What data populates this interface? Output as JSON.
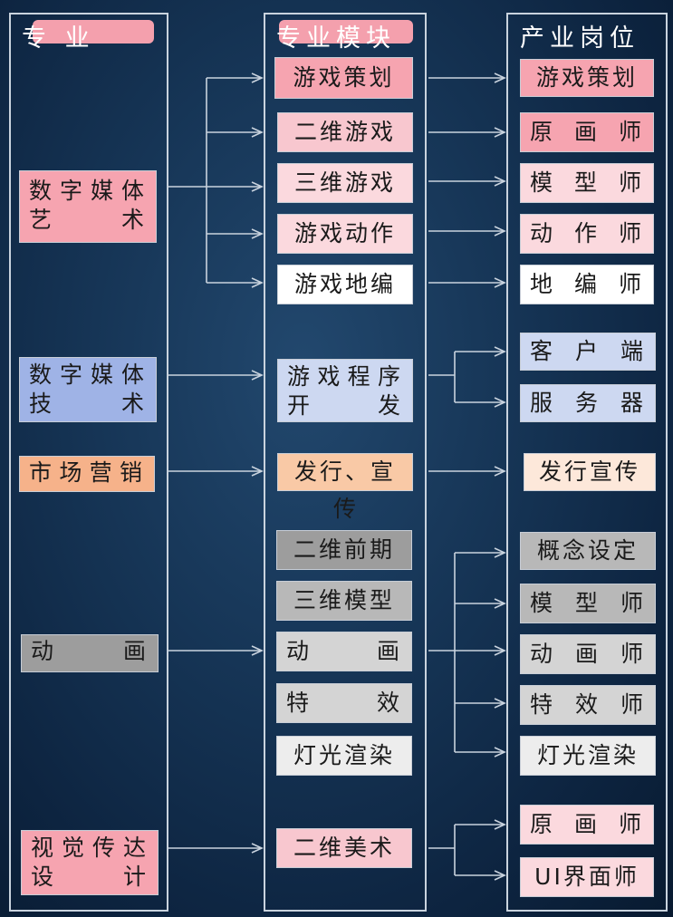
{
  "headers": {
    "major": "专      业",
    "module": "专业模块",
    "job": "产业岗位"
  },
  "majors": [
    {
      "id": "digital-media-art",
      "label": "数字媒体艺      术"
    },
    {
      "id": "digital-media-tech",
      "label": "数字媒体技      术"
    },
    {
      "id": "marketing",
      "label": "市场营销"
    },
    {
      "id": "animation",
      "label": "动      画"
    },
    {
      "id": "visual-design",
      "label": "视觉传达设      计"
    }
  ],
  "modules": [
    {
      "id": "game-planning",
      "label": "游戏策划"
    },
    {
      "id": "2d-game-art",
      "label": "二维游戏"
    },
    {
      "id": "3d-game-art",
      "label": "三维游戏"
    },
    {
      "id": "game-motion",
      "label": "游戏动作"
    },
    {
      "id": "game-level",
      "label": "游戏地编"
    },
    {
      "id": "game-program",
      "label": "游戏程序开      发"
    },
    {
      "id": "publish-promo",
      "label": "发行、宣"
    },
    {
      "id": "2d-preproduction",
      "label": "二维前期"
    },
    {
      "id": "3d-modeling",
      "label": "三维模型"
    },
    {
      "id": "animation-module",
      "label": "动      画"
    },
    {
      "id": "vfx",
      "label": "特      效"
    },
    {
      "id": "lighting-render",
      "label": "灯光渲染"
    },
    {
      "id": "2d-art",
      "label": "二维美术"
    }
  ],
  "module_overflow": {
    "publish_tail": "传"
  },
  "jobs": [
    {
      "id": "job-game-planning",
      "label": "游戏策划"
    },
    {
      "id": "job-concept-artist",
      "label": "原 画 师"
    },
    {
      "id": "job-modeler",
      "label": "模 型 师"
    },
    {
      "id": "job-animator",
      "label": "动 作 师"
    },
    {
      "id": "job-level-designer",
      "label": "地 编 师"
    },
    {
      "id": "job-client",
      "label": "客 户 端"
    },
    {
      "id": "job-server",
      "label": "服 务 器"
    },
    {
      "id": "job-publishing",
      "label": "发行宣传"
    },
    {
      "id": "job-concept-design",
      "label": "概念设定"
    },
    {
      "id": "job-modeler-2",
      "label": "模 型 师"
    },
    {
      "id": "job-animator-2",
      "label": "动 画 师"
    },
    {
      "id": "job-vfx-artist",
      "label": "特 效 师"
    },
    {
      "id": "job-lighting",
      "label": "灯光渲染"
    },
    {
      "id": "job-concept-artist-2",
      "label": "原 画 师"
    },
    {
      "id": "job-ui-designer",
      "label": "UI界面师"
    }
  ],
  "colors": {
    "line": "#c9d3de",
    "pink": "#f6a4b0",
    "blue": "#9fb3e6",
    "orange": "#f6b28a",
    "gray": "#9d9d9d"
  }
}
